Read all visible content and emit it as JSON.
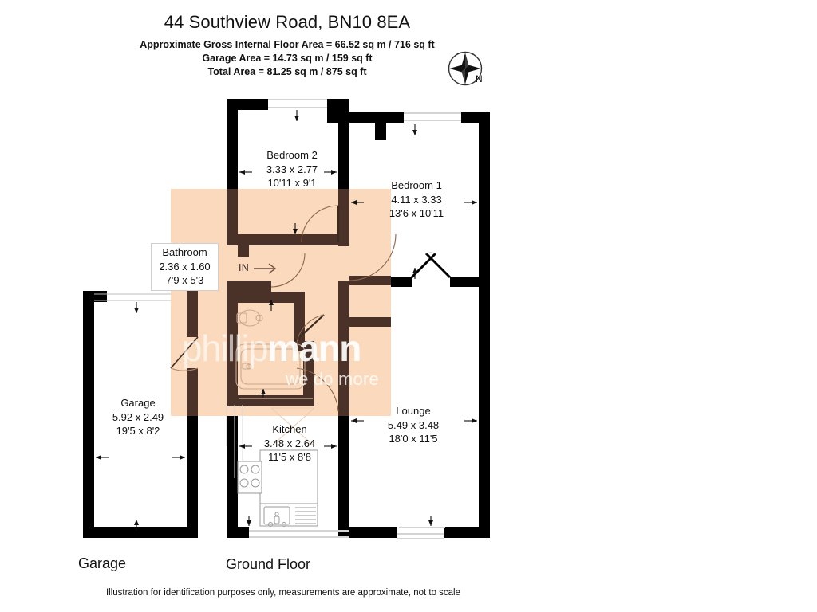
{
  "header": {
    "title": "44 Southview Road, BN10 8EA",
    "area_lines": [
      "Approximate Gross Internal Floor Area = 66.52 sq m / 716 sq ft",
      "Garage Area = 14.73 sq m / 159 sq ft",
      "Total Area = 81.25 sq m / 875 sq ft"
    ]
  },
  "compass": {
    "north_label": "N",
    "icon": "compass-rose-icon"
  },
  "rooms": [
    {
      "key": "bedroom2",
      "name": "Bedroom 2",
      "metric": "3.33 x 2.77",
      "imperial": "10'11 x 9'1"
    },
    {
      "key": "bedroom1",
      "name": "Bedroom 1",
      "metric": "4.11 x 3.33",
      "imperial": "13'6 x 10'11"
    },
    {
      "key": "bathroom",
      "name": "Bathroom",
      "metric": "2.36 x 1.60",
      "imperial": "7'9 x 5'3"
    },
    {
      "key": "garage",
      "name": "Garage",
      "metric": "5.92 x 2.49",
      "imperial": "19'5 x 8'2"
    },
    {
      "key": "kitchen",
      "name": "Kitchen",
      "metric": "3.48 x 2.64",
      "imperial": "11'5 x 8'8"
    },
    {
      "key": "lounge",
      "name": "Lounge",
      "metric": "5.49 x 3.48",
      "imperial": "18'0 x 11'5"
    }
  ],
  "entrance": {
    "label": "IN"
  },
  "floor_titles": {
    "garage": "Garage",
    "ground": "Ground Floor"
  },
  "footnote": "Illustration for identification purposes only, measurements are approximate, not to scale",
  "watermark": {
    "brand_light": "phillip",
    "brand_bold": "mann",
    "tagline": "we do more"
  },
  "colors": {
    "wall_black": "#000000",
    "wall_shaded": "#4A3228",
    "highlight_overlay": "#FBD9BC",
    "fixture_stroke": "#C8A88F",
    "page_background": "#FFFFFF",
    "text": "#111111"
  }
}
